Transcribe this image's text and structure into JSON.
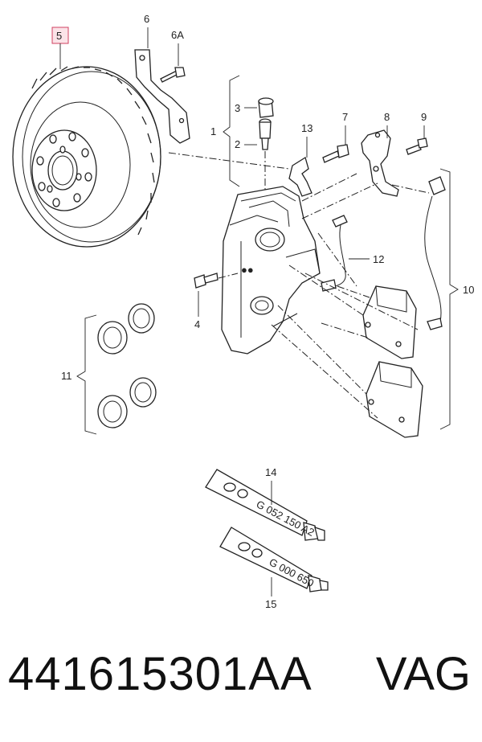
{
  "callouts": {
    "c1": "1",
    "c2": "2",
    "c3": "3",
    "c4": "4",
    "c5": "5",
    "c6": "6",
    "c6a": "6A",
    "c7": "7",
    "c8": "8",
    "c9": "9",
    "c10": "10",
    "c11": "11",
    "c12": "12",
    "c13": "13",
    "c14": "14",
    "c15": "15"
  },
  "tube_labels": {
    "tube14": "G 052 150 A2",
    "tube15": "G 000 650"
  },
  "highlight_color": "#d04060",
  "footer": {
    "part_number": "441615301AA",
    "brand": "VAG"
  }
}
